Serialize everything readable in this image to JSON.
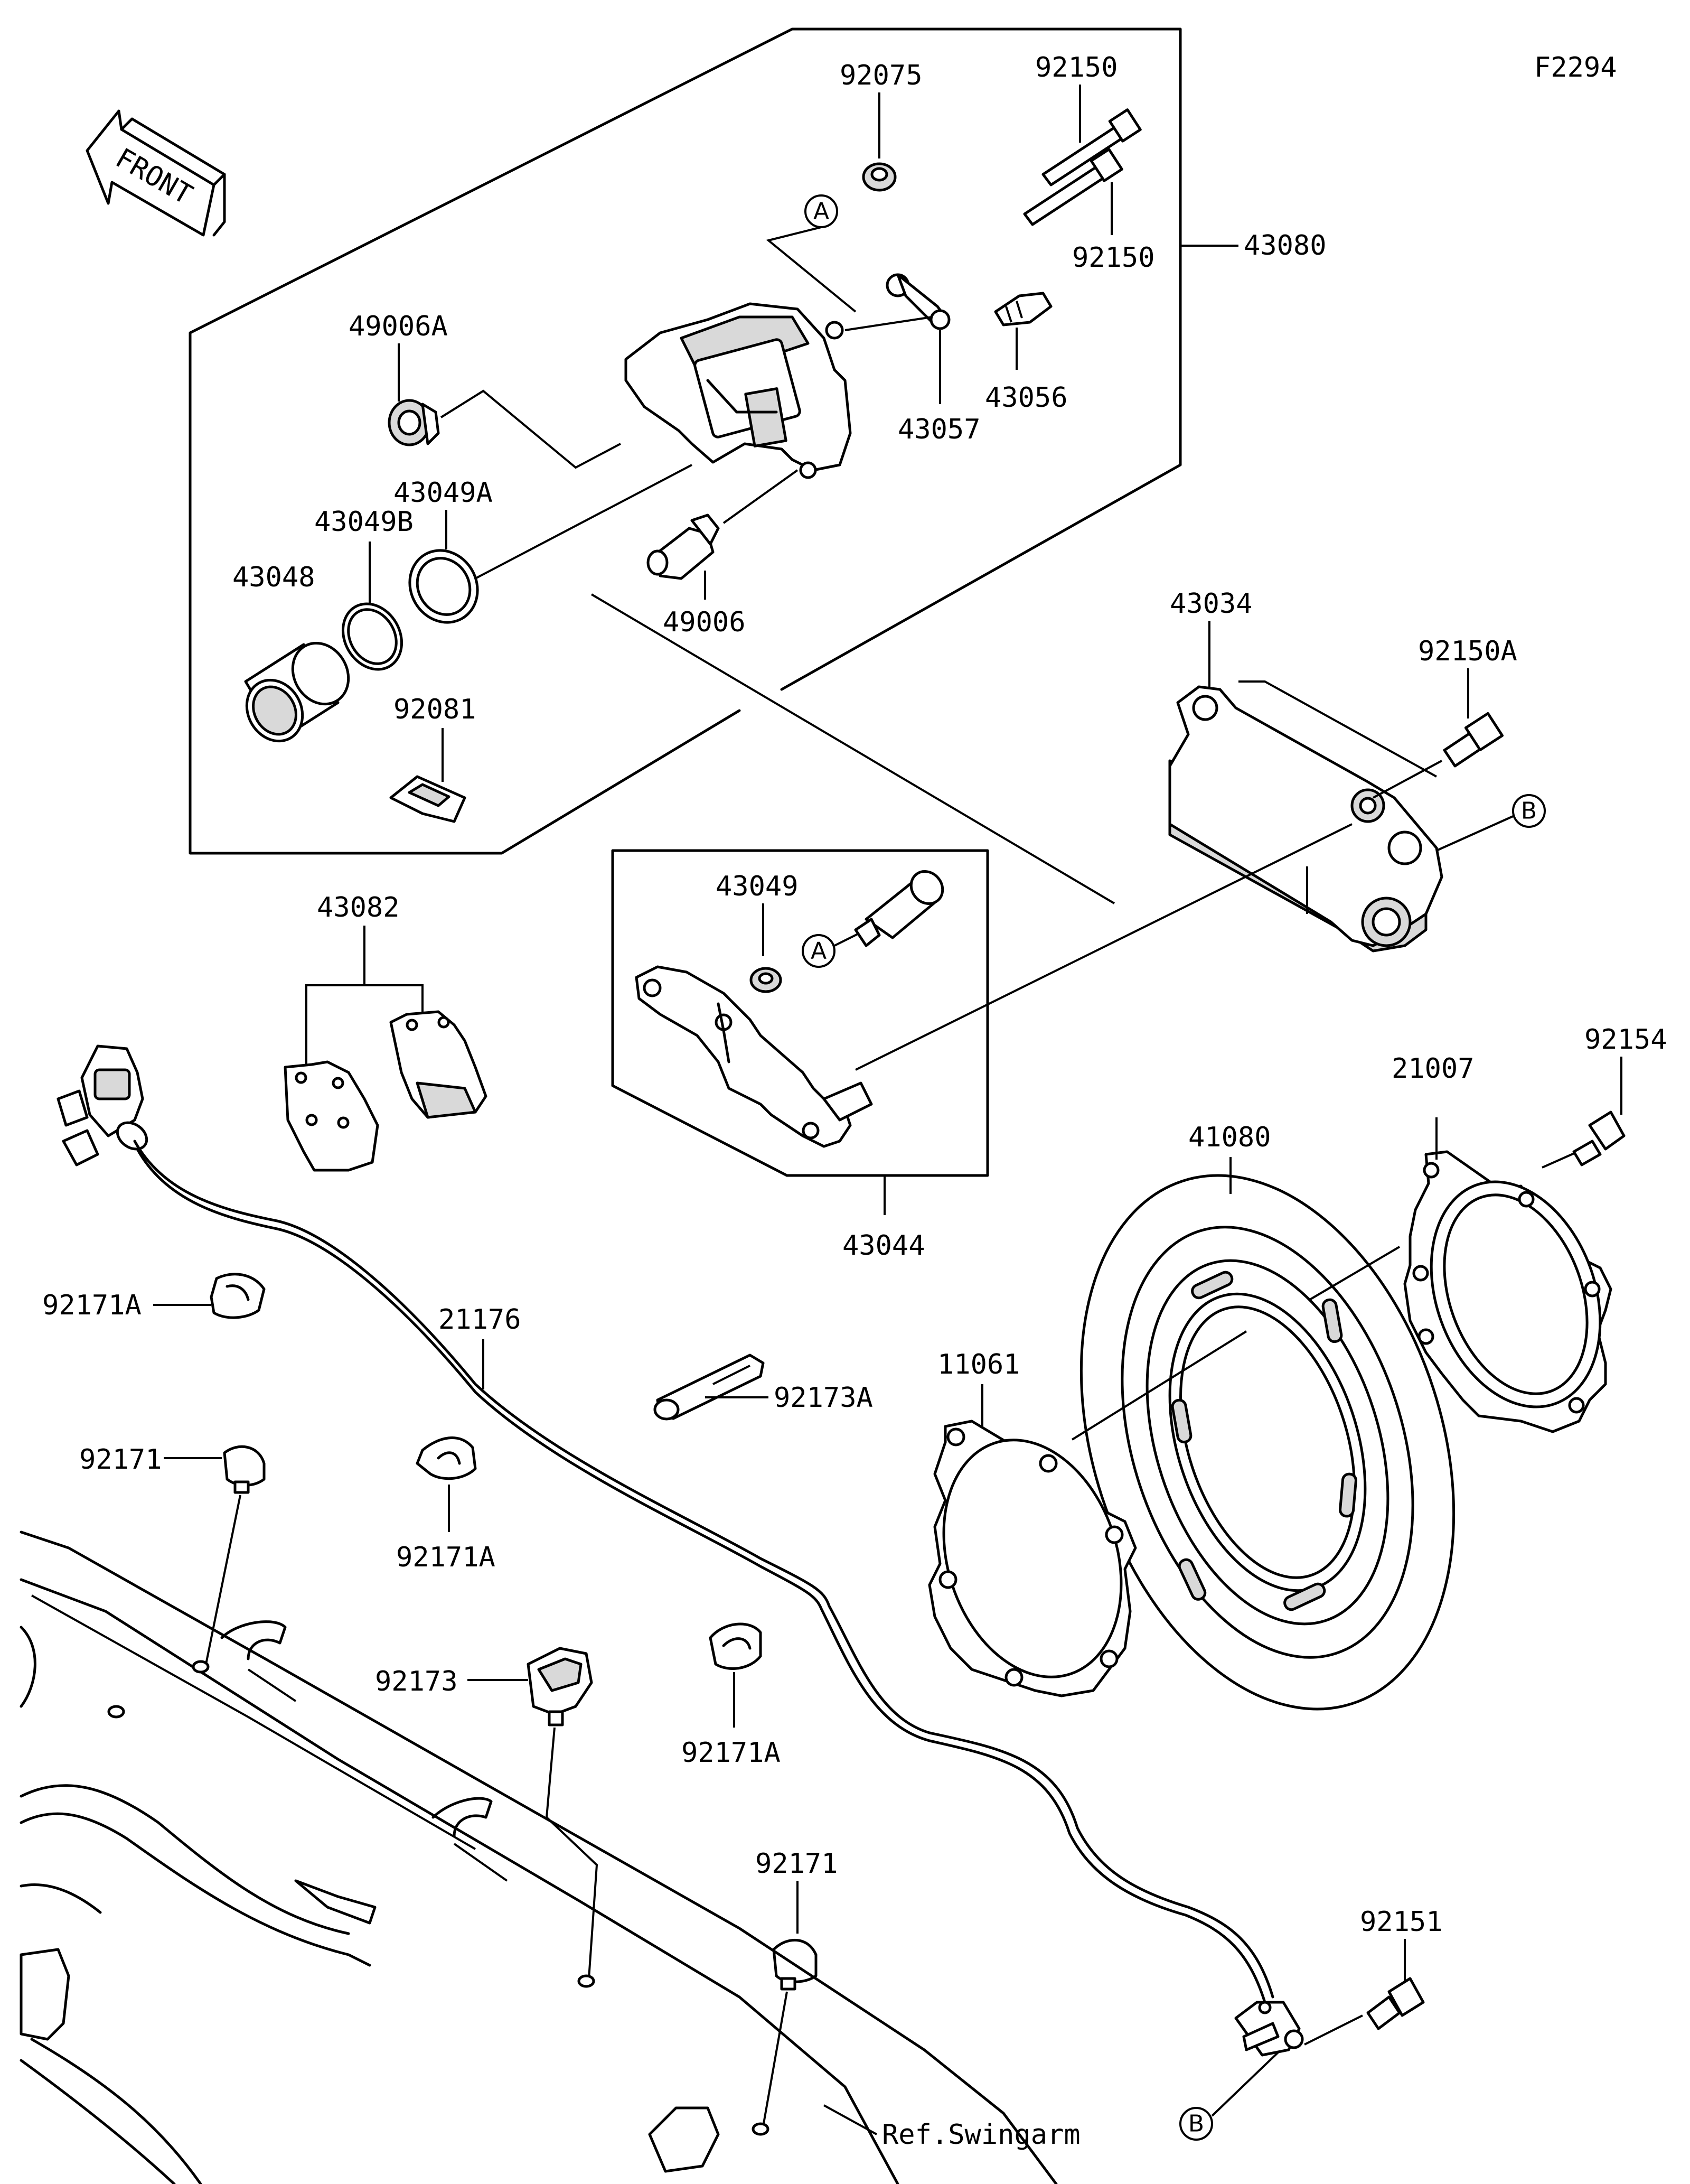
{
  "figure_id": "F2294",
  "front_label": "FRONT",
  "ref_label": "Ref.Swingarm",
  "callouts": {
    "a": "A",
    "b": "B"
  },
  "parts": {
    "p92075": "92075",
    "p92150_top": "92150",
    "p92150_bottom": "92150",
    "p43080": "43080",
    "p49006A": "49006A",
    "p43057": "43057",
    "p43056": "43056",
    "p43049A": "43049A",
    "p43049B": "43049B",
    "p43048": "43048",
    "p49006": "49006",
    "p92081": "92081",
    "p43034": "43034",
    "p92150A": "92150A",
    "p43082": "43082",
    "p43049": "43049",
    "p43044": "43044",
    "p92154": "92154",
    "p21007": "21007",
    "p41080": "41080",
    "p92171A_1": "92171A",
    "p21176": "21176",
    "p11061": "11061",
    "p92173A": "92173A",
    "p92171_1": "92171",
    "p92171A_2": "92171A",
    "p92173": "92173",
    "p92171A_3": "92171A",
    "p92171_2": "92171",
    "p92151": "92151"
  }
}
